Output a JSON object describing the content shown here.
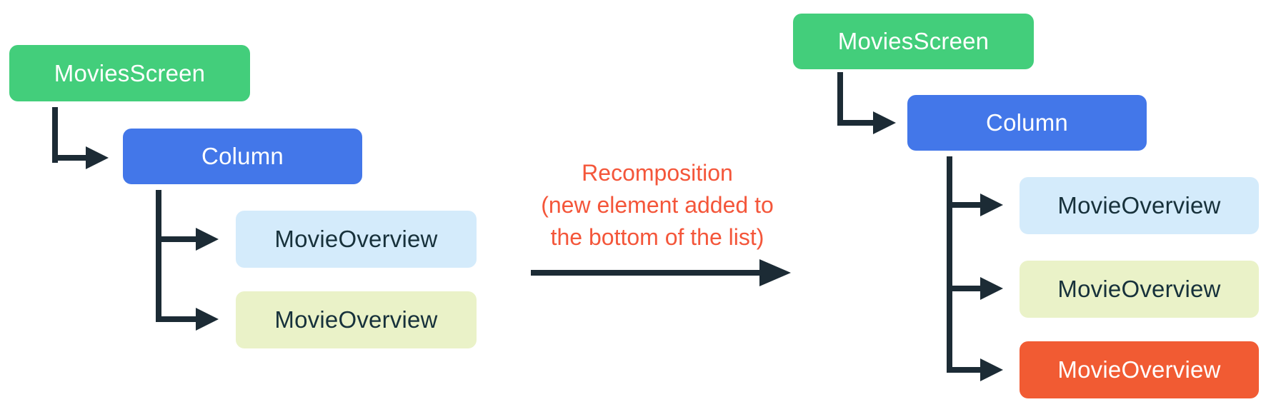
{
  "colors": {
    "green": "#43CE7B",
    "blue": "#4377E9",
    "light_blue": "#D4EBFB",
    "light_yellow": "#EAF2C8",
    "orange": "#F15B33",
    "annotation": "#F4563A",
    "connector": "#1C2B35",
    "leaf_text": "#17313B",
    "background": "#FFFFFF"
  },
  "left_tree": {
    "root": {
      "label": "MoviesScreen"
    },
    "container": {
      "label": "Column"
    },
    "children": [
      {
        "label": "MovieOverview",
        "variant": "light-blue"
      },
      {
        "label": "MovieOverview",
        "variant": "light-yellow"
      }
    ]
  },
  "annotation": {
    "line1": "Recomposition",
    "line2": "(new element added to",
    "line3": "the bottom of the list)"
  },
  "right_tree": {
    "root": {
      "label": "MoviesScreen"
    },
    "container": {
      "label": "Column"
    },
    "children": [
      {
        "label": "MovieOverview",
        "variant": "light-blue"
      },
      {
        "label": "MovieOverview",
        "variant": "light-yellow"
      },
      {
        "label": "MovieOverview",
        "variant": "orange"
      }
    ]
  }
}
